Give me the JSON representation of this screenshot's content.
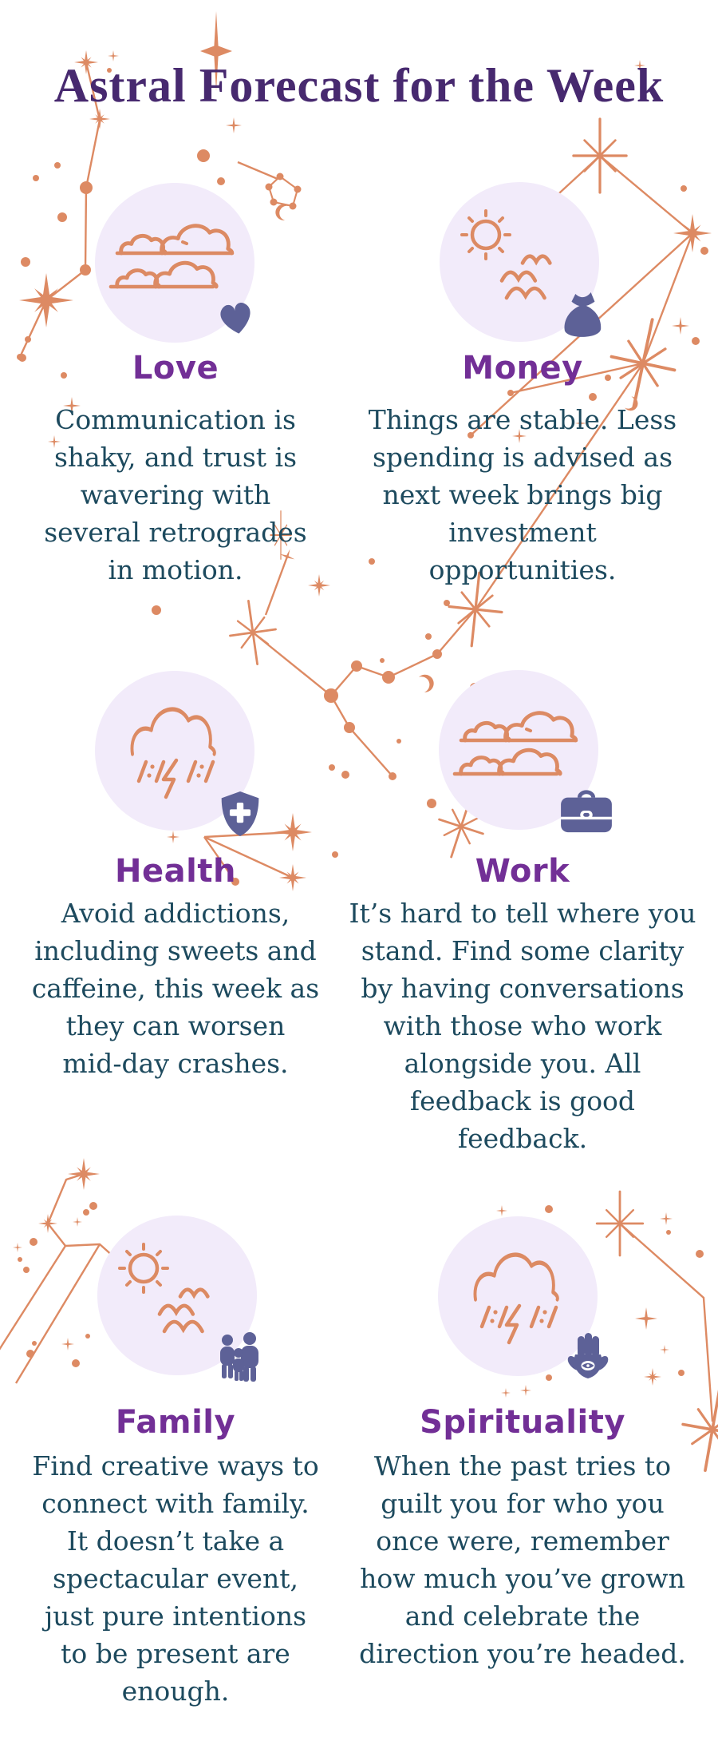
{
  "title": "Astral Forecast for the Week",
  "colors": {
    "background": "#ffffff",
    "heading_purple": "#47296f",
    "section_title_purple": "#722f96",
    "body_teal": "#1d4a5e",
    "constellation_orange": "#dd8a63",
    "icon_circle_lavender": "#f2ebfa",
    "accessory_purple": "#5d6197"
  },
  "sections": [
    {
      "label": "Love",
      "weather_icon": "clouds-icon",
      "accessory_icon": "heart-icon",
      "body": "Communication is\nshaky, and trust is\nwavering with\nseveral retrogrades\nin motion."
    },
    {
      "label": "Money",
      "weather_icon": "sun-birds-icon",
      "accessory_icon": "money-bag-icon",
      "body": "Things are stable. Less\nspending is advised as\nnext week brings big\ninvestment\nopportunities."
    },
    {
      "label": "Health",
      "weather_icon": "storm-cloud-icon",
      "accessory_icon": "shield-cross-icon",
      "body": "Avoid addictions,\nincluding sweets and\ncaffeine, this week as\nthey can worsen\nmid-day crashes."
    },
    {
      "label": "Work",
      "weather_icon": "clouds-icon",
      "accessory_icon": "briefcase-icon",
      "body": "It’s hard to tell where you\nstand. Find some clarity\nby having conversations\nwith those who work\nalongside you. All\nfeedback is good\nfeedback."
    },
    {
      "label": "Family",
      "weather_icon": "sun-birds-icon",
      "accessory_icon": "family-icon",
      "body": "Find creative ways to\nconnect with family.\nIt doesn’t take a\nspectacular event,\njust pure intentions\nto be present are\nenough."
    },
    {
      "label": "Spirituality",
      "weather_icon": "storm-cloud-icon",
      "accessory_icon": "hamsa-icon",
      "body": "When the past tries to\nguilt you for who you\nonce were, remember\nhow much you’ve grown\nand celebrate the\ndirection you’re headed."
    }
  ]
}
